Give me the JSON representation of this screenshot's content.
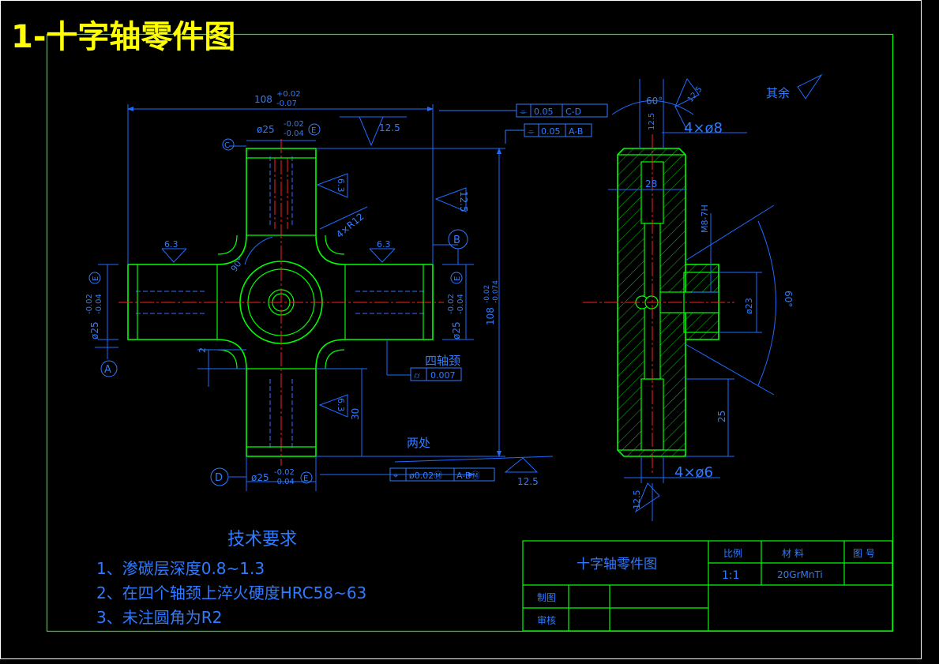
{
  "page_title": "1-十字轴零件图",
  "colors": {
    "background": "#000000",
    "frame": "#00ff00",
    "part_outline": "#00ff00",
    "dimension": "#1e6bff",
    "center_line": "#ff2020",
    "hidden": "#3a6bff",
    "title": "#ffff00",
    "text": "#2f7bff"
  },
  "front_view": {
    "overall_width_dim": "108",
    "overall_width_upper_tol": "+0.02",
    "overall_width_lower_tol": "-0.07",
    "overall_height_dim": "108",
    "overall_height_upper_tol": "-0.02",
    "overall_height_lower_tol": "-0.074",
    "journal_dia_top": "ø25",
    "journal_dia_top_upper": "-0.02",
    "journal_dia_top_lower": "-0.04",
    "journal_dia_left": "ø25",
    "journal_dia_left_upper": "-0.02",
    "journal_dia_left_lower": "-0.04",
    "journal_dia_right": "ø25",
    "journal_dia_right_upper": "-0.02",
    "journal_dia_right_lower": "-0.04",
    "journal_dia_bottom": "ø25",
    "journal_dia_bottom_upper": "-0.02",
    "journal_dia_bottom_lower": "-0.04",
    "envelope_symbol": "E",
    "fillet_label": "4×R12",
    "angle_label": "90°",
    "dim_2": "2",
    "dim_30": "30",
    "roughness_top": "12.5",
    "roughness_right": "12.5",
    "roughness_bottom": "12.5",
    "roughness_journal_1": "6.3",
    "roughness_journal_2": "6.3",
    "roughness_journal_3": "6.3",
    "roughness_journal_4": "6.3",
    "datum_a": "A",
    "datum_b": "B",
    "datum_c": "C",
    "datum_d": "D",
    "tol_frame_1_symbol": "⌯",
    "tol_frame_1_value": "0.05",
    "tol_frame_1_datum": "C-D",
    "tol_frame_2_symbol": "⌯",
    "tol_frame_2_value": "0.05",
    "tol_frame_2_datum": "A-B",
    "tol_frame_3_symbol": "⌖",
    "tol_frame_3_value": "ø0.02Ⓜ",
    "tol_frame_3_datum": "A-BⓂ",
    "four_journals_label": "四轴颈",
    "cyl_tol_value": "0.007",
    "two_places_label": "两处"
  },
  "section_view": {
    "angle_label": "60°",
    "holes_top": "4×ø8",
    "holes_bottom": "4×ø6",
    "roughness_top": "12.5",
    "roughness_dim_top": "12.5",
    "roughness_bottom": "12.5",
    "dim_28": "28",
    "thread_label": "M8-7H",
    "dim_23": "ø23",
    "dim_60": "60°",
    "dim_25": "25"
  },
  "rest_roughness": "其余",
  "tech_requirements": {
    "heading": "技术要求",
    "items": [
      "1、渗碳层深度0.8~1.3",
      "2、在四个轴颈上淬火硬度HRC58~63",
      "3、未注圆角为R2"
    ]
  },
  "title_block": {
    "drawing_name": "十字轴零件图",
    "scale_label": "比例",
    "material_label": "材  料",
    "drawing_no_label": "图  号",
    "scale_value": "1:1",
    "material_value": "20GrMnTi",
    "drafted_label": "制图",
    "checked_label": "审核"
  }
}
